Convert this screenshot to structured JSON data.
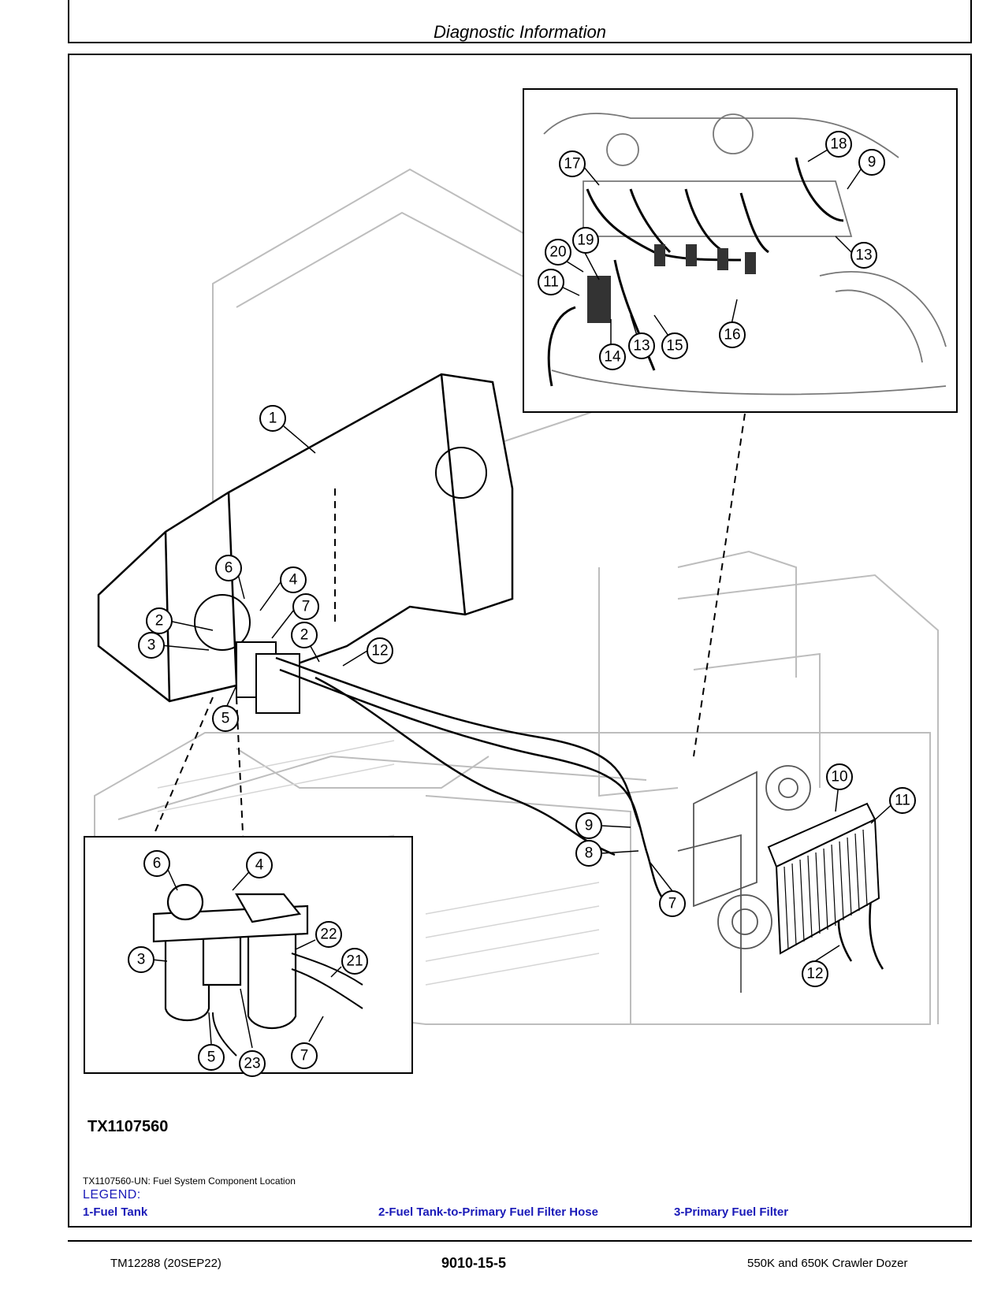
{
  "header": {
    "title": "Diagnostic Information"
  },
  "figure": {
    "id": "TX1107560",
    "caption": "TX1107560-UN: Fuel System Component Location",
    "callouts_main": [
      "1",
      "6",
      "4",
      "7",
      "2",
      "3",
      "2",
      "12",
      "5",
      "10",
      "11",
      "9",
      "8",
      "7",
      "12"
    ],
    "callouts_inset_top": [
      "17",
      "18",
      "9",
      "13",
      "19",
      "20",
      "11",
      "14",
      "13",
      "15",
      "16"
    ],
    "callouts_inset_bottom": [
      "6",
      "4",
      "3",
      "22",
      "21",
      "5",
      "23",
      "7"
    ]
  },
  "legend": {
    "title": "LEGEND:",
    "items": [
      "1-Fuel Tank",
      "2-Fuel Tank-to-Primary Fuel Filter Hose",
      "3-Primary Fuel Filter"
    ]
  },
  "footer": {
    "doc_id": "TM12288 (20SEP22)",
    "page": "9010-15-5",
    "model": "550K and 650K Crawler Dozer"
  }
}
